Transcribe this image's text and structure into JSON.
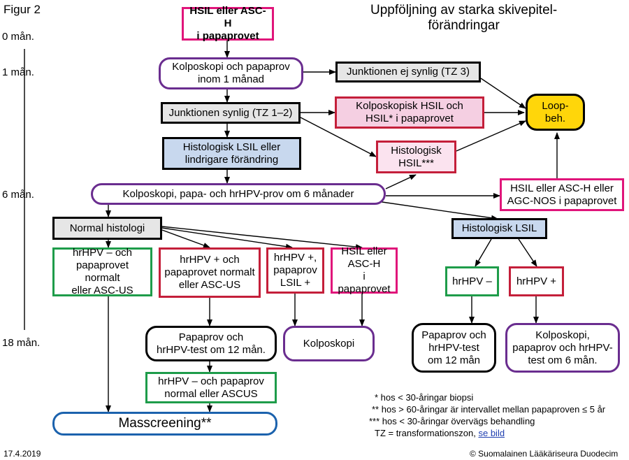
{
  "figure_label": "Figur 2",
  "title": "Uppföljning av starka skivepitel-\nförändringar",
  "timeline": [
    "0 mån.",
    "1 mån.",
    "6 mån.",
    "18 mån."
  ],
  "nodes": {
    "start": "HSIL eller ASC-H\ni papaprovet",
    "colpo1": "Kolposkopi och papaprov\ninom 1 månad",
    "tz3": "Junktionen ej synlig (TZ 3)",
    "tz12": "Junktionen synlig (TZ 1–2)",
    "colpo_hsil": "Kolposkopisk HSIL och\nHSIL* i papaprovet",
    "loop": "Loop-\nbeh.",
    "lsil": "Histologisk LSIL eller\nlindrigare förändring",
    "hist_hsil": "Histologisk\nHSIL***",
    "colpo6": "Kolposkopi, papa- och hrHPV-prov om 6 månader",
    "hsil_agc": "HSIL eller ASC-H eller\nAGC-NOS i papaprovet",
    "normal": "Normal histologi",
    "hist_lsil2": "Histologisk LSIL",
    "neg_normal": "hrHPV – och\npapaprovet normalt\neller ASC-US",
    "pos_normal": "hrHPV + och\npapaprovet normalt\neller ASC-US",
    "pos_lsil": "hrHPV +,\npapaprov\nLSIL +",
    "hsil_asch": "HSIL eller\nASC-H\ni papaprovet",
    "hpv_neg": "hrHPV –",
    "hpv_pos": "hrHPV +",
    "pap12": "Papaprov och\nhrHPV-test om 12 mån.",
    "colposcopy": "Kolposkopi",
    "pap12b": "Papaprov och\nhrHPV-test\nom 12 mån",
    "colpo6b": "Kolposkopi,\npapaprov och hrHPV-\ntest om 6 mån.",
    "neg_ascus": "hrHPV – och papaprov\nnormal eller ASCUS",
    "screening": "Masscreening**"
  },
  "footnotes": [
    "* hos < 30-åringar biopsi",
    "** hos > 60-åringar är intervallet mellan papaproven ≤ 5 år",
    "*** hos < 30-åringar övervägs behandling"
  ],
  "tz_note": "TZ = transformationszon, ",
  "tz_link": "se bild",
  "date": "17.4.2019",
  "copyright": "© Suomalainen Lääkäriseura Duodecim"
}
